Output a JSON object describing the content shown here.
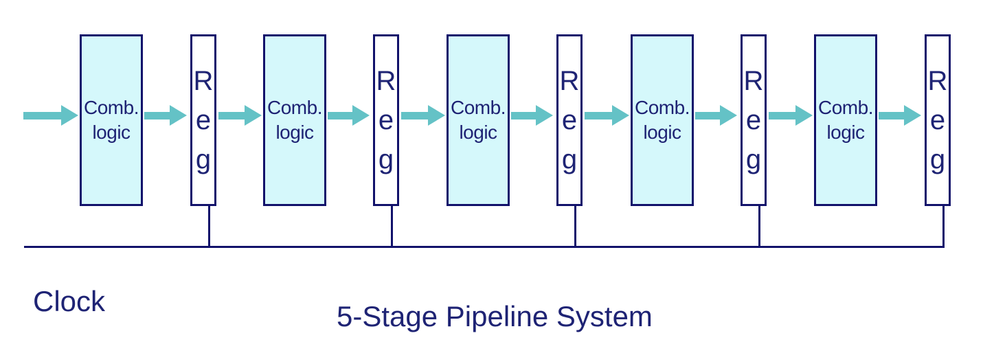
{
  "diagram": {
    "title": "5-Stage Pipeline System",
    "clock_label": "Clock",
    "stage_count": 5,
    "stages": [
      {
        "comb_label": [
          "Comb.",
          "logic"
        ],
        "reg_label": [
          "R",
          "e",
          "g"
        ]
      },
      {
        "comb_label": [
          "Comb.",
          "logic"
        ],
        "reg_label": [
          "R",
          "e",
          "g"
        ]
      },
      {
        "comb_label": [
          "Comb.",
          "logic"
        ],
        "reg_label": [
          "R",
          "e",
          "g"
        ]
      },
      {
        "comb_label": [
          "Comb.",
          "logic"
        ],
        "reg_label": [
          "R",
          "e",
          "g"
        ]
      },
      {
        "comb_label": [
          "Comb.",
          "logic"
        ],
        "reg_label": [
          "R",
          "e",
          "g"
        ]
      }
    ],
    "colors": {
      "background": "#ffffff",
      "box_fill": "#d5f8fb",
      "outline_navy": "#12126b",
      "text_navy": "#1e2374",
      "arrow_teal": "#64c2c6"
    }
  }
}
